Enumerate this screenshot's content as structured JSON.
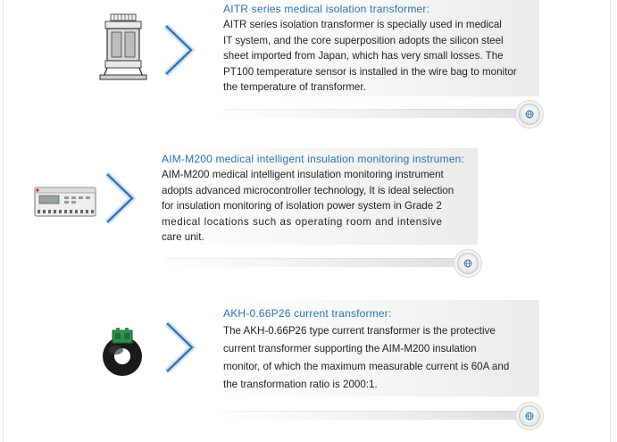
{
  "products": [
    {
      "title": "AITR series medical isolation transformer:",
      "lines": [
        "AITR series isolation transformer is specially used in medical",
        "IT system, and the core superposition adopts the silicon steel",
        "sheet imported from Japan, which has very small losses. The",
        "PT100 temperature sensor is installed in the wire bag to monitor",
        "the temperature of transformer."
      ],
      "image_icon": "isolation-transformer-image",
      "link_icon": "globe-icon"
    },
    {
      "title": "AIM-M200 medical intelligent insulation monitoring instrumen:",
      "lines": [
        "AIM-M200 medical intelligent insulation monitoring instrument",
        "adopts advanced microcontroller technology,  It is ideal selection",
        "for insulation monitoring of isolation power system in Grade 2",
        "medical locations such as operating room and intensive",
        "care unit."
      ],
      "image_icon": "insulation-monitor-image",
      "link_icon": "globe-icon"
    },
    {
      "title": "AKH-0.66P26 current transformer:",
      "lines": [
        "The AKH-0.66P26 type current transformer is the protective",
        "current transformer supporting the AIM-M200 insulation",
        "monitor, of which the maximum measurable current is 60A and",
        "the transformation ratio is 2000:1."
      ],
      "image_icon": "current-transformer-image",
      "link_icon": "globe-icon"
    }
  ],
  "colors": {
    "title": "#2b73b5",
    "body_text": "#222222",
    "chevron": "#2e76b8",
    "card_gradient_end": "#ebebeb"
  }
}
